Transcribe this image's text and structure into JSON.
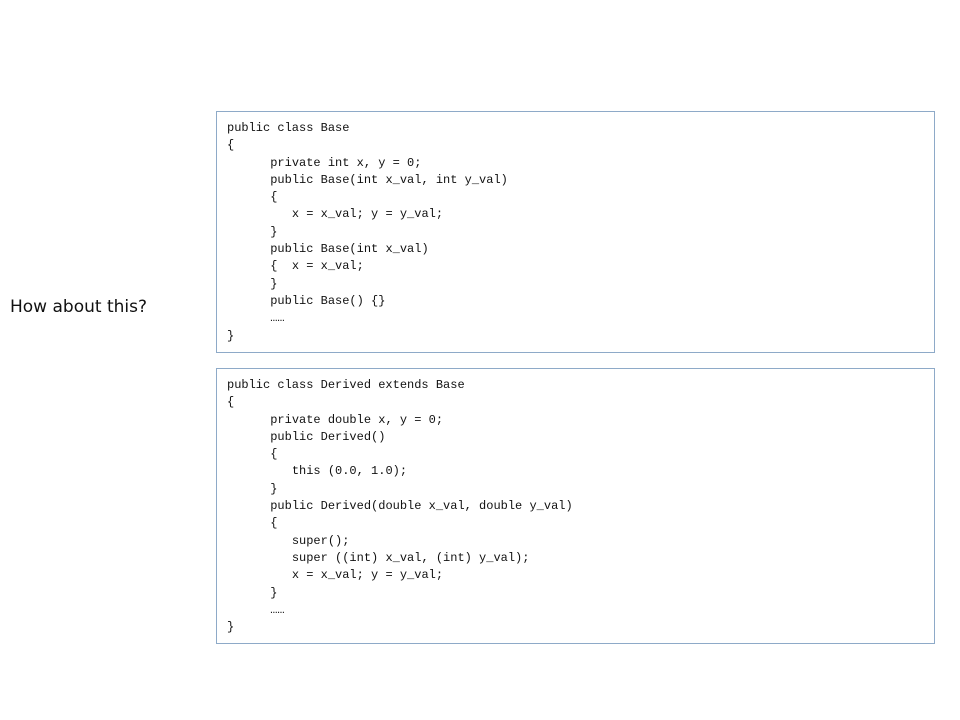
{
  "slide": {
    "question": "How about this?"
  },
  "base_code": {
    "lines": [
      "public class Base",
      "{",
      "\tprivate int x, y = 0;",
      "\tpublic Base(int x_val, int y_val)",
      "\t{",
      "\t   x = x_val; y = y_val;",
      "\t}",
      "\tpublic Base(int x_val)",
      "\t{  x = x_val;",
      "\t}",
      "\tpublic Base() {}",
      "\t……",
      "}"
    ]
  },
  "derived_code": {
    "lines": [
      "public class Derived extends Base",
      "{",
      "\tprivate double x, y = 0;",
      "\tpublic Derived()",
      "\t{",
      "\t   this (0.0, 1.0);",
      "\t}",
      "\tpublic Derived(double x_val, double y_val)",
      "\t{",
      "\t   super();",
      "\t   super ((int) x_val, (int) y_val);",
      "\t   x = x_val; y = y_val;",
      "\t}",
      "\t……",
      "}"
    ]
  }
}
